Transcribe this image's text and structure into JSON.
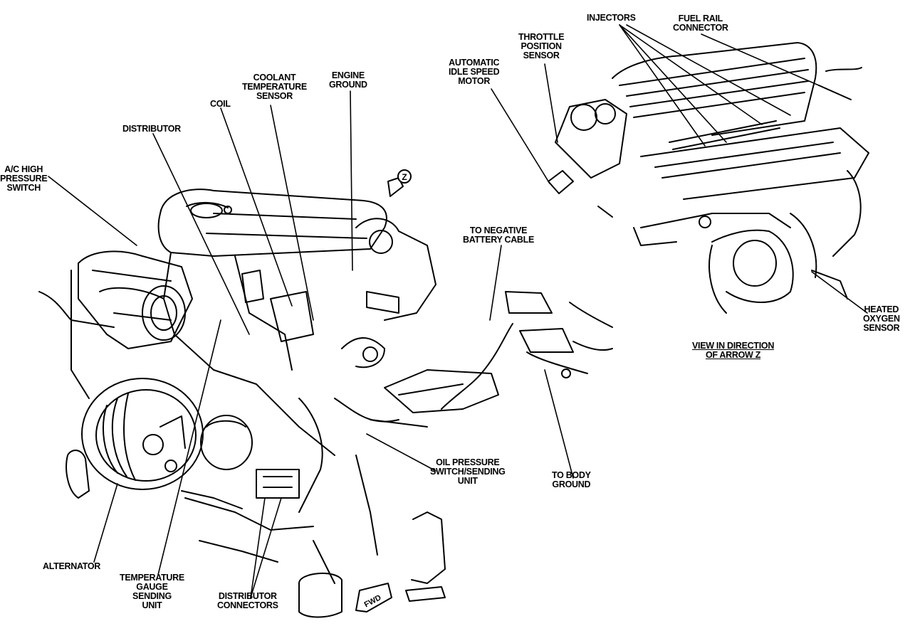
{
  "labels": {
    "injectors": "INJECTORS",
    "fuel_rail_connector": [
      "FUEL RAIL",
      "CONNECTOR"
    ],
    "throttle_position_sensor": [
      "THROTTLE",
      "POSITION",
      "SENSOR"
    ],
    "automatic_idle_speed_motor": [
      "AUTOMATIC",
      "IDLE SPEED",
      "MOTOR"
    ],
    "coolant_temperature_sensor": [
      "COOLANT",
      "TEMPERATURE",
      "SENSOR"
    ],
    "engine_ground": [
      "ENGINE",
      "GROUND"
    ],
    "coil": "COIL",
    "distributor": "DISTRIBUTOR",
    "ac_high_pressure_switch": [
      "A/C HIGH",
      "PRESSURE",
      "SWITCH"
    ],
    "to_negative_battery_cable": [
      "TO NEGATIVE",
      "BATTERY CABLE"
    ],
    "heated_oxygen_sensor": [
      "HEATED",
      "OXYGEN",
      "SENSOR"
    ],
    "view_direction": [
      "VIEW IN DIRECTION",
      "OF ARROW Z"
    ],
    "oil_pressure_switch": [
      "OIL PRESSURE",
      "SWITCH/SENDING",
      "UNIT"
    ],
    "to_body_ground": [
      "TO BODY",
      "GROUND"
    ],
    "alternator": "ALTERNATOR",
    "temperature_gauge_sending_unit": [
      "TEMPERATURE",
      "GAUGE",
      "SENDING",
      "UNIT"
    ],
    "distributor_connectors": [
      "DISTRIBUTOR",
      "CONNECTORS"
    ]
  },
  "arrow_z": "Z",
  "fwd_marker": "FWD"
}
